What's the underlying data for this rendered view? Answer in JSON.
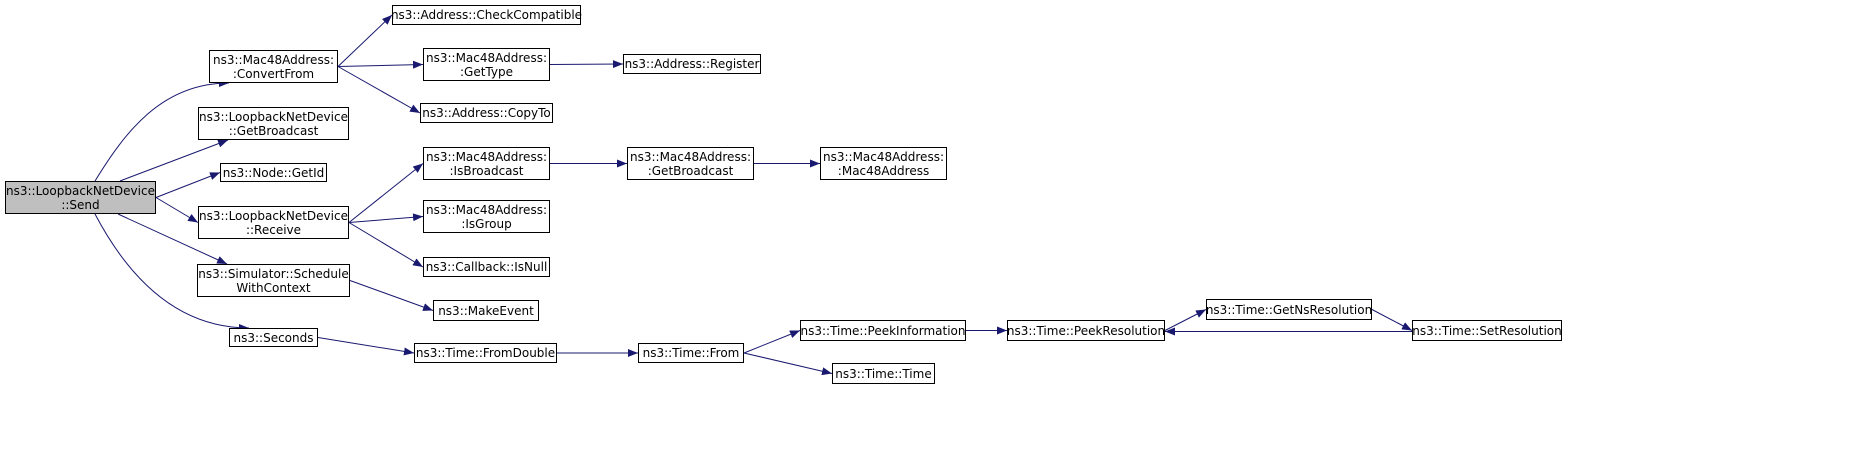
{
  "graph": {
    "colors": {
      "edge": "#191970",
      "node_border": "#000000",
      "node_fill": "#ffffff",
      "root_fill": "#bfbfbf"
    },
    "nodes": [
      {
        "id": "send",
        "lines": [
          "ns3::LoopbackNetDevice",
          "::Send"
        ],
        "root": true
      },
      {
        "id": "convertfrom",
        "lines": [
          "ns3::Mac48Address:",
          ":ConvertFrom"
        ]
      },
      {
        "id": "getbroadcast_dev",
        "lines": [
          "ns3::LoopbackNetDevice",
          "::GetBroadcast"
        ]
      },
      {
        "id": "getid",
        "lines": [
          "ns3::Node::GetId"
        ]
      },
      {
        "id": "receive",
        "lines": [
          "ns3::LoopbackNetDevice",
          "::Receive"
        ]
      },
      {
        "id": "schedulewithcontext",
        "lines": [
          "ns3::Simulator::Schedule",
          "WithContext"
        ]
      },
      {
        "id": "seconds",
        "lines": [
          "ns3::Seconds"
        ]
      },
      {
        "id": "checkcompatible",
        "lines": [
          "ns3::Address::CheckCompatible"
        ]
      },
      {
        "id": "gettype",
        "lines": [
          "ns3::Mac48Address:",
          ":GetType"
        ]
      },
      {
        "id": "copyto",
        "lines": [
          "ns3::Address::CopyTo"
        ]
      },
      {
        "id": "register",
        "lines": [
          "ns3::Address::Register"
        ]
      },
      {
        "id": "isbroadcast",
        "lines": [
          "ns3::Mac48Address:",
          ":IsBroadcast"
        ]
      },
      {
        "id": "isgroup",
        "lines": [
          "ns3::Mac48Address:",
          ":IsGroup"
        ]
      },
      {
        "id": "isnull",
        "lines": [
          "ns3::Callback::IsNull"
        ]
      },
      {
        "id": "getbroadcast_mac",
        "lines": [
          "ns3::Mac48Address:",
          ":GetBroadcast"
        ]
      },
      {
        "id": "mac48ctor",
        "lines": [
          "ns3::Mac48Address:",
          ":Mac48Address"
        ]
      },
      {
        "id": "makeevent",
        "lines": [
          "ns3::MakeEvent"
        ]
      },
      {
        "id": "fromdouble",
        "lines": [
          "ns3::Time::FromDouble"
        ]
      },
      {
        "id": "from",
        "lines": [
          "ns3::Time::From"
        ]
      },
      {
        "id": "peekinformation",
        "lines": [
          "ns3::Time::PeekInformation"
        ]
      },
      {
        "id": "timector",
        "lines": [
          "ns3::Time::Time"
        ]
      },
      {
        "id": "peekresolution",
        "lines": [
          "ns3::Time::PeekResolution"
        ]
      },
      {
        "id": "getnsresolution",
        "lines": [
          "ns3::Time::GetNsResolution"
        ]
      },
      {
        "id": "setresolution",
        "lines": [
          "ns3::Time::SetResolution"
        ]
      }
    ],
    "edges": [
      [
        "send",
        "convertfrom"
      ],
      [
        "send",
        "getbroadcast_dev"
      ],
      [
        "send",
        "getid"
      ],
      [
        "send",
        "receive"
      ],
      [
        "send",
        "schedulewithcontext"
      ],
      [
        "send",
        "seconds"
      ],
      [
        "convertfrom",
        "checkcompatible"
      ],
      [
        "convertfrom",
        "gettype"
      ],
      [
        "convertfrom",
        "copyto"
      ],
      [
        "gettype",
        "register"
      ],
      [
        "receive",
        "isbroadcast"
      ],
      [
        "receive",
        "isgroup"
      ],
      [
        "receive",
        "isnull"
      ],
      [
        "isbroadcast",
        "getbroadcast_mac"
      ],
      [
        "getbroadcast_mac",
        "mac48ctor"
      ],
      [
        "schedulewithcontext",
        "makeevent"
      ],
      [
        "seconds",
        "fromdouble"
      ],
      [
        "fromdouble",
        "from"
      ],
      [
        "from",
        "peekinformation"
      ],
      [
        "from",
        "timector"
      ],
      [
        "peekinformation",
        "peekresolution"
      ],
      [
        "peekresolution",
        "getnsresolution"
      ],
      [
        "getnsresolution",
        "setresolution"
      ],
      [
        "setresolution",
        "peekresolution"
      ]
    ]
  }
}
